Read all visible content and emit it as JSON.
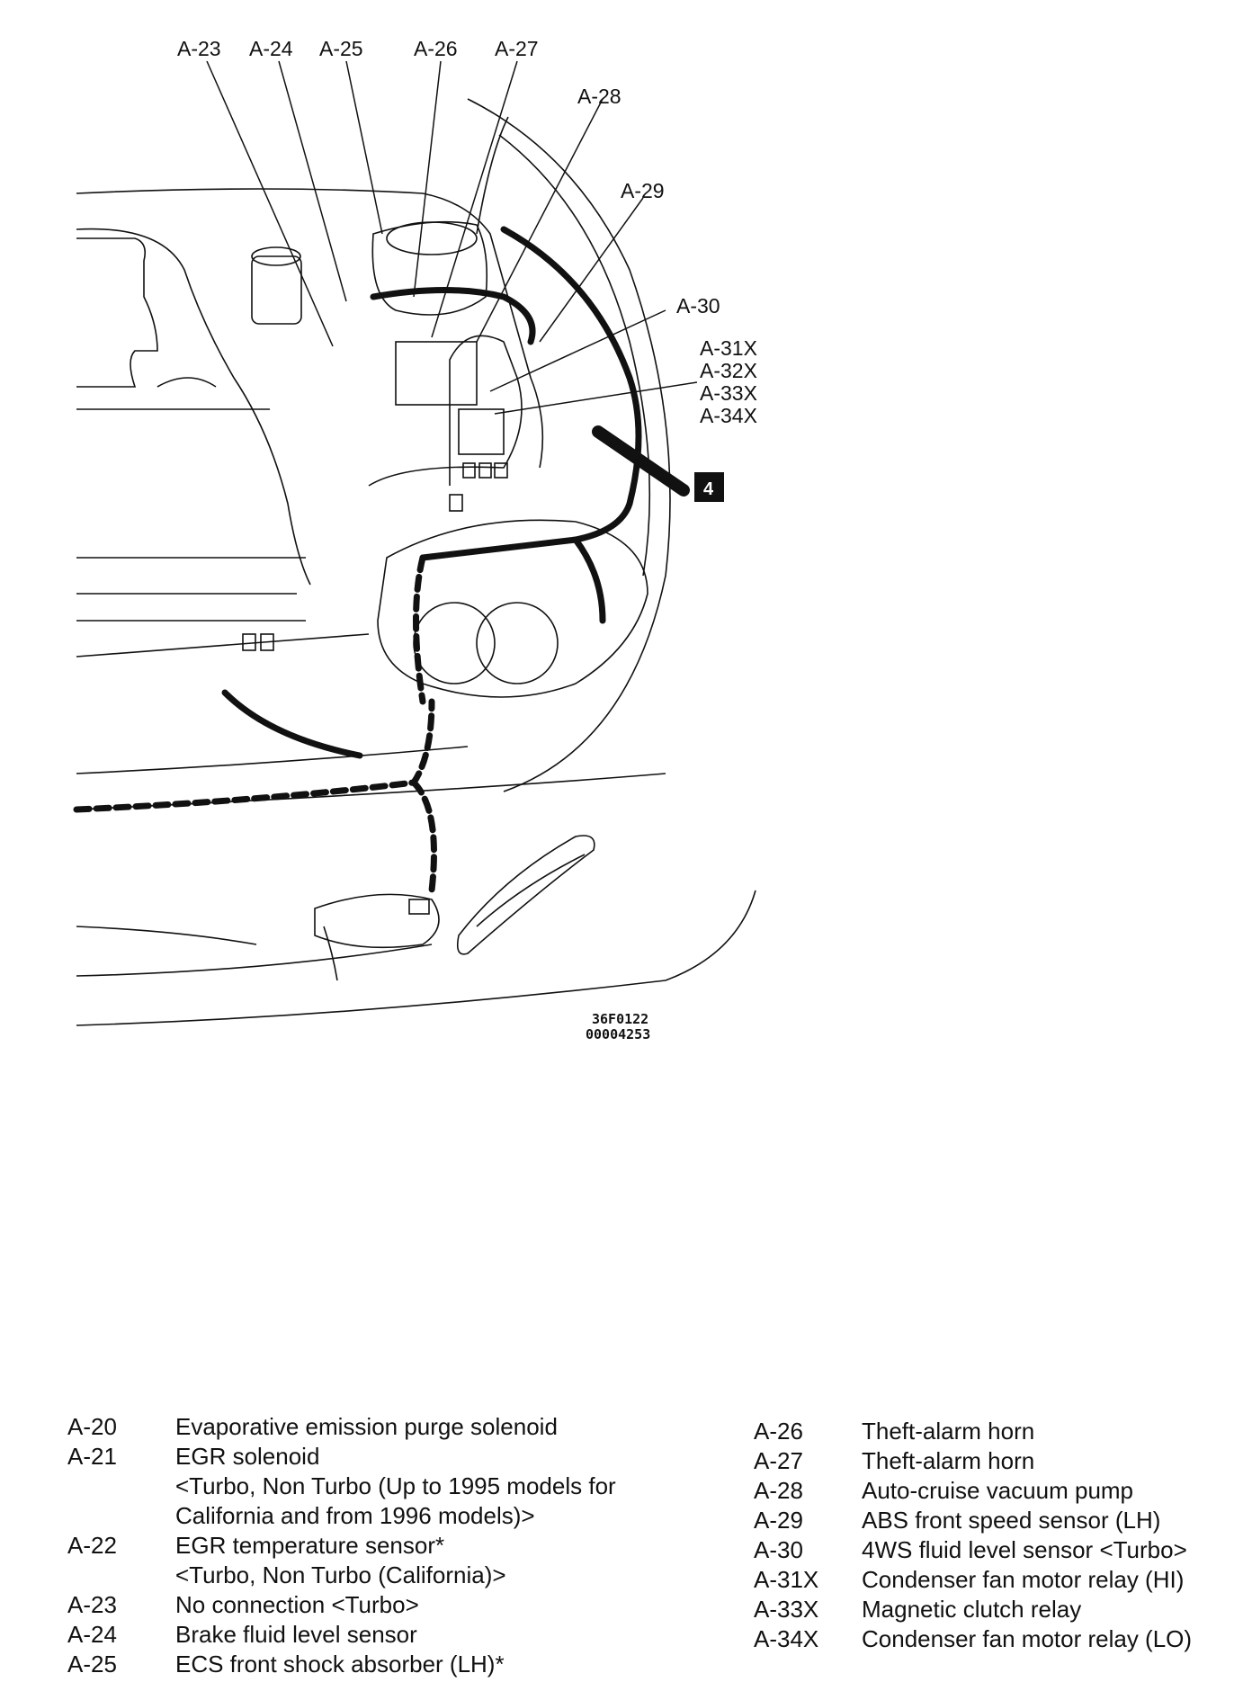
{
  "callouts": [
    "A-23",
    "A-24",
    "A-25",
    "A-26",
    "A-27",
    "A-28",
    "A-29",
    "A-30",
    "A-31X",
    "A-32X",
    "A-33X",
    "A-34X"
  ],
  "badge": "4",
  "figure_code": [
    "36F0122",
    "00004253"
  ],
  "legend_left": [
    {
      "code": "A-20",
      "lines": [
        "Evaporative emission purge solenoid"
      ]
    },
    {
      "code": "A-21",
      "lines": [
        "EGR solenoid",
        "<Turbo, Non Turbo (Up to 1995 models for",
        "California and from 1996 models)>"
      ]
    },
    {
      "code": "A-22",
      "lines": [
        "EGR temperature sensor*",
        "<Turbo, Non Turbo (California)>"
      ]
    },
    {
      "code": "A-23",
      "lines": [
        "No connection <Turbo>"
      ]
    },
    {
      "code": "A-24",
      "lines": [
        "Brake fluid level sensor"
      ]
    },
    {
      "code": "A-25",
      "lines": [
        "ECS front shock absorber (LH)*"
      ]
    }
  ],
  "legend_right": [
    {
      "code": "A-26",
      "lines": [
        "Theft-alarm horn"
      ]
    },
    {
      "code": "A-27",
      "lines": [
        "Theft-alarm horn"
      ]
    },
    {
      "code": "A-28",
      "lines": [
        "Auto-cruise vacuum pump"
      ]
    },
    {
      "code": "A-29",
      "lines": [
        "ABS front speed sensor (LH)"
      ]
    },
    {
      "code": "A-30",
      "lines": [
        "4WS fluid level sensor <Turbo>"
      ]
    },
    {
      "code": "A-31X",
      "lines": [
        "Condenser fan motor relay (HI)"
      ]
    },
    {
      "code": "A-33X",
      "lines": [
        "Magnetic clutch relay"
      ]
    },
    {
      "code": "A-34X",
      "lines": [
        "Condenser fan motor relay (LO)"
      ]
    }
  ]
}
